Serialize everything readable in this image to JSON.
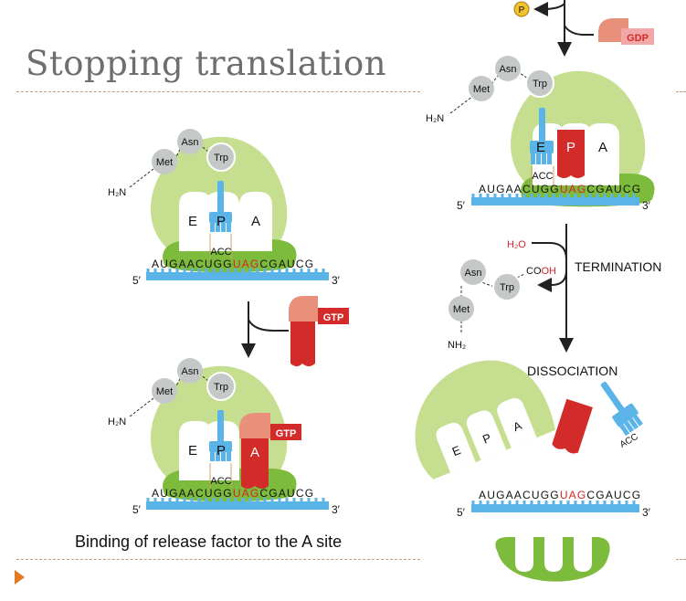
{
  "slide": {
    "title": "Stopping translation",
    "caption": "Binding of release factor to the A site",
    "accent_color": "#e07b22"
  },
  "labels": {
    "h2n": "H₂N",
    "nh2": "NH₂",
    "five_prime": "5′",
    "three_prime": "3′",
    "site_e": "E",
    "site_p": "P",
    "site_a": "A",
    "anticodon": "ACC",
    "gtp": "GTP",
    "gdp": "GDP",
    "phosphate": "P",
    "water": "H₂O",
    "cooh_co": "CO",
    "cooh_oh": "OH",
    "termination": "TERMINATION",
    "dissociation": "DISSOCIATION"
  },
  "amino_acids": {
    "met": "Met",
    "asn": "Asn",
    "trp": "Trp"
  },
  "mrna": {
    "before_stop": "AUGAACUGG",
    "stop_codon": "UAG",
    "after_stop": "CGAUCG"
  },
  "colors": {
    "ribosome_light": "#c5de8f",
    "ribosome_dark": "#7dbb3c",
    "trna": "#5ab4e8",
    "release_factor": "#d32a2a",
    "gtp_cap": "#e8907a",
    "stop_codon": "#d3242a",
    "amino_acid": "#c4c8c6",
    "phosphate": "#f2c12e"
  }
}
